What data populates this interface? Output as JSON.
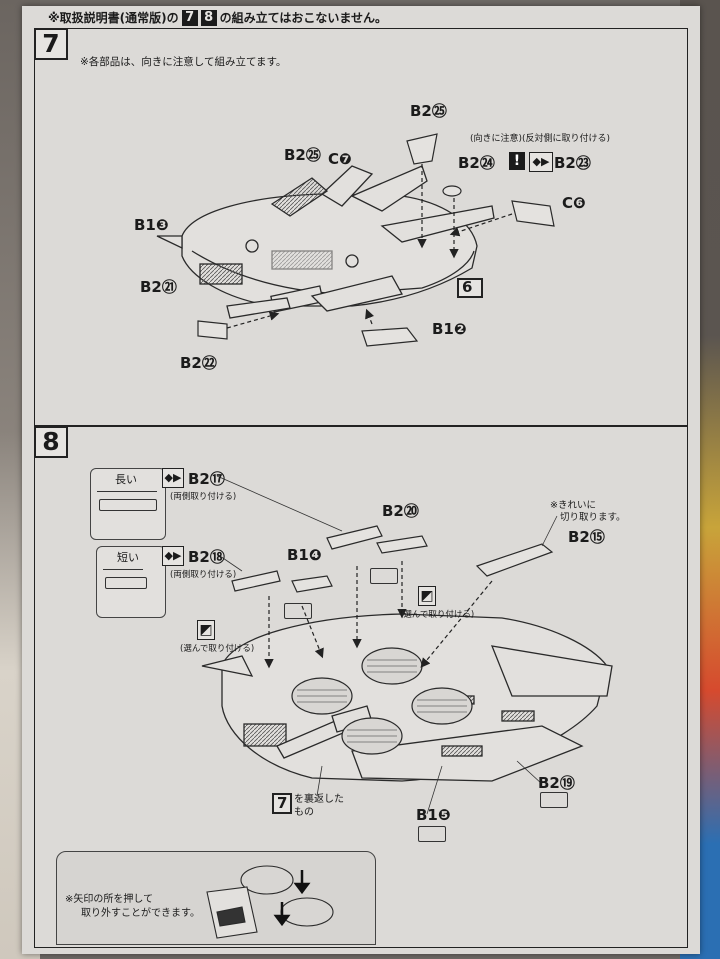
{
  "notice": {
    "prefix": "※取扱説明書(通常版)の",
    "num_a": "7",
    "num_b": "8",
    "suffix": "の組み立てはおこないません。"
  },
  "step7": {
    "number": "7",
    "note": "※各部品は、向きに注意して組み立てます。",
    "labels": {
      "b2_25_top": "B2㉕",
      "b2_25_left": "B2㉕",
      "c7": "C❼",
      "b1_3": "B1❸",
      "b2_21": "B2㉑",
      "b2_22": "B2㉒",
      "b1_2": "B1❷",
      "c6": "C❻",
      "b2_24": "B2㉔",
      "b2_23": "B2㉓",
      "six": "6"
    },
    "orientation_note": "(向きに注意)(反対側に取り付ける)"
  },
  "step8": {
    "number": "8",
    "long_label": "長い",
    "short_label": "短い",
    "b2_17": "B2⑰",
    "b2_17_note": "(両側取り付ける)",
    "b2_18": "B2⑱",
    "b2_18_note": "(両側取り付ける)",
    "b1_4": "B1❹",
    "b2_20": "B2⑳",
    "b2_15": "B2⑮",
    "clean_cut_note_1": "※きれいに",
    "clean_cut_note_2": "切り取ります。",
    "choose_note_right": "(選んで取り付ける)",
    "choose_note_left": "(選んで取り付ける)",
    "b2_19": "B2⑲",
    "b1_5": "B1❺",
    "flipped_ref": "7",
    "flipped_text_1": "を裏返した",
    "flipped_text_2": "もの",
    "inset_note_1": "※矢印の所を押して",
    "inset_note_2": "取り外すことができます。"
  }
}
